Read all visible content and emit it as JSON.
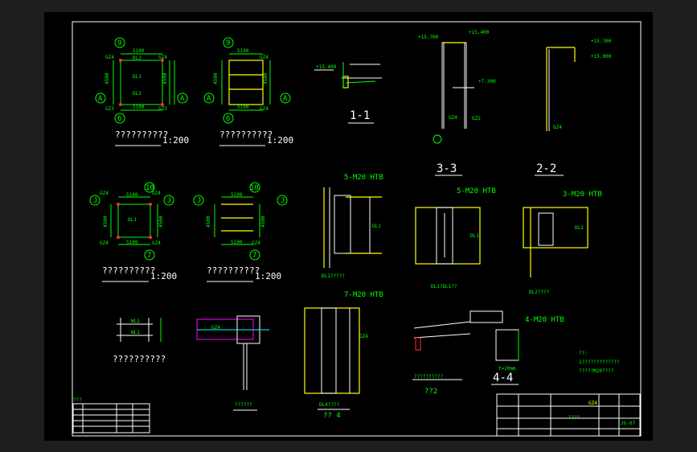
{
  "plans": {
    "plan1": {
      "title": "??????????",
      "scale": "1:200",
      "axes": [
        "9",
        "6",
        "A",
        "A"
      ],
      "dims": [
        "5100",
        "5100",
        "4500",
        "4500"
      ],
      "labels": [
        "DL2",
        "DL1",
        "DL2",
        "GZ4",
        "GZ4",
        "GZ3",
        "GZ3"
      ]
    },
    "plan2": {
      "title": "??????????",
      "scale": "1:200",
      "axes": [
        "9",
        "6",
        "A",
        "A"
      ],
      "dims": [
        "5100",
        "5100",
        "4500",
        "4500"
      ],
      "labels": [
        "GZ4",
        "GZ4"
      ]
    },
    "plan3": {
      "title": "??????????",
      "scale": "1:200",
      "axes": [
        "10",
        "7",
        "J",
        "J"
      ],
      "dims": [
        "5100",
        "5100",
        "4500",
        "4500"
      ],
      "labels": [
        "GZ4",
        "GZ4",
        "DL1",
        "GZ4",
        "GZ4"
      ]
    },
    "plan4": {
      "title": "??????????",
      "scale": "1:200",
      "axes": [
        "10",
        "7",
        "J",
        "J"
      ],
      "dims": [
        "5100",
        "5100",
        "4500",
        "4500"
      ],
      "labels": [
        "GZ4"
      ]
    },
    "plan5": {
      "title": "??????????",
      "labels": [
        "WL1",
        "WL1"
      ]
    }
  },
  "sections": {
    "s11": {
      "title": "1-1",
      "elev": "+15.400"
    },
    "s33": {
      "title": "3-3",
      "elev_top": "+15.700",
      "elev_mid": "+15.400",
      "elev_low": "+7.300",
      "col": "GZ4",
      "col2": "GZ2"
    },
    "s22": {
      "title": "2-2",
      "elev_top": "+15.700",
      "elev_low": "+15.000",
      "col": "GZ4"
    },
    "s44": {
      "title": "4-4",
      "bolt": "4-M20 HTB",
      "note": "t=20mm"
    }
  },
  "details": {
    "d1": {
      "bolt": "5-M20 HTB",
      "caption": "DL1?????",
      "dim": "DL1"
    },
    "d2": {
      "bolt": "5-M20 HTB",
      "caption": "DL1?DL1??",
      "dim": "DL1"
    },
    "d3": {
      "bolt": "3-M20 HTB",
      "caption": "DL2????",
      "dim": "DL2"
    },
    "d4": {
      "bolt": "7-M20 HTB",
      "caption": "?? 4",
      "sub": "DL4????",
      "dim": "GZ4"
    },
    "d5": {
      "caption": "??????",
      "label": "GZ4"
    },
    "d6": {
      "caption": "??????????",
      "sub": "??2"
    }
  },
  "notes": {
    "head": "??:",
    "line1": "1?????????????",
    "line2": "?????M20????"
  },
  "title_block": {
    "project": "????",
    "code": "GZ4",
    "drawing": "JG-07"
  },
  "legend": {
    "head": "???"
  }
}
